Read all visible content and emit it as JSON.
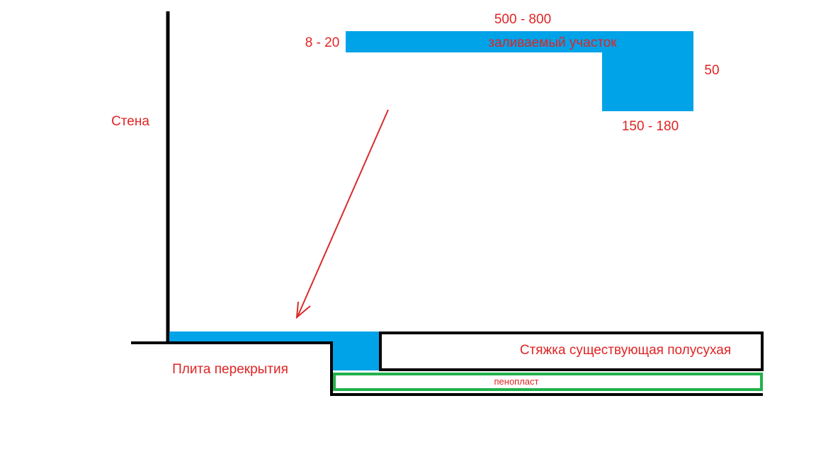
{
  "labels": {
    "wall": "Стена",
    "slab": "Плита перекрытия",
    "screed": "Стяжка существующая полусухая",
    "foam": "пенопласт",
    "pour_area": "заливаемый участок",
    "dim_top": "500 - 800",
    "dim_left": "8 - 20",
    "dim_right": "50",
    "dim_bottom": "150 - 180"
  },
  "colors": {
    "annotation_text": "#e02424",
    "pour_fill": "#00a2e8",
    "outline": "#000000",
    "foam_border": "#22b14c",
    "arrow": "#d92b2b",
    "background": "#ffffff"
  }
}
